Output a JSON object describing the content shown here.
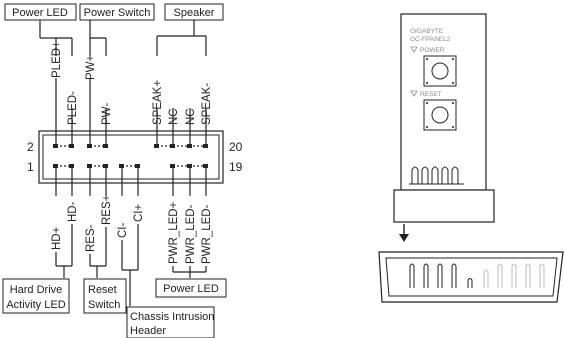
{
  "header_labels": {
    "power_led": "Power LED",
    "power_switch": "Power Switch",
    "speaker": "Speaker"
  },
  "top_pins": [
    "PLED+",
    "PLED-",
    "PW+",
    "PW-",
    "SPEAK+",
    "NC",
    "NC",
    "SPEAK-"
  ],
  "bottom_pins": [
    "HD+",
    "HD-",
    "RES-",
    "RES+",
    "CI-",
    "CI+",
    "PWR_LED+",
    "PWR_LED-",
    "PWR_LED-"
  ],
  "pin_numbers": {
    "top_left": "2",
    "bottom_left": "1",
    "top_right": "20",
    "bottom_right": "19"
  },
  "footer_labels": {
    "hdd_line1": "Hard Drive",
    "hdd_line2": "Activity LED",
    "reset_line1": "Reset",
    "reset_line2": "Switch",
    "chassis_line1": "Chassis Intrusion",
    "chassis_line2": "Header",
    "power_led": "Power LED"
  },
  "adapter": {
    "brand": "GIGABYTE",
    "model": "GC-FPANEL2",
    "power_label": "POWER",
    "reset_label": "RESET"
  },
  "arrow_icon": "down-arrow-icon"
}
